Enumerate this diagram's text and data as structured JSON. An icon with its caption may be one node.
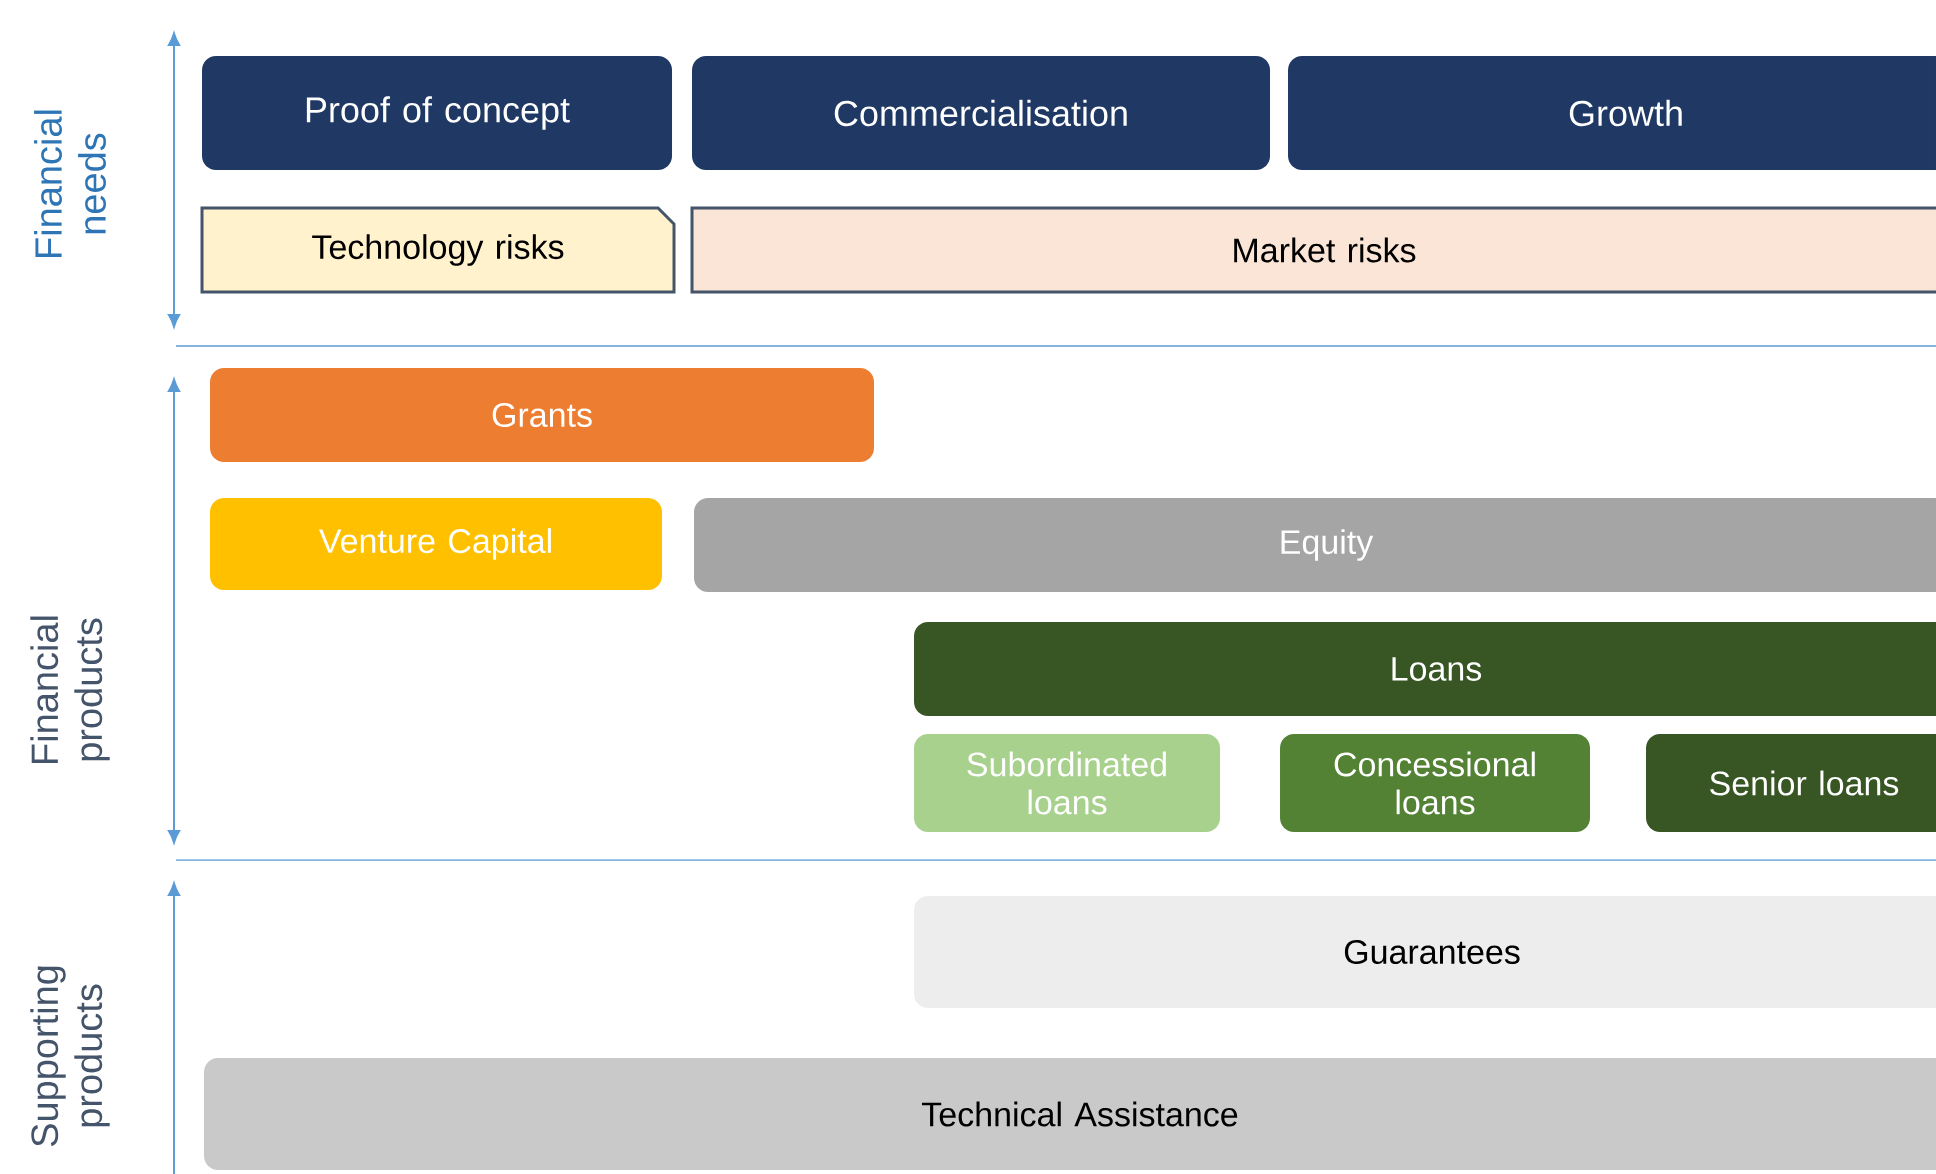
{
  "diagram": {
    "nodes": [
      {
        "text": [
          "Proof of concept"
        ]
      },
      {
        "text": [
          "Commercialisation"
        ]
      },
      {
        "text": [
          "Growth"
        ]
      },
      {
        "text": [
          "Technology risks"
        ]
      },
      {
        "text": [
          "Market risks"
        ]
      },
      {
        "text": [
          "Grants"
        ]
      },
      {
        "text": [
          "Venture Capital"
        ]
      },
      {
        "text": [
          "Equity"
        ]
      },
      {
        "text": [
          "Loans"
        ]
      },
      {
        "text": [
          "Subordinated loans"
        ]
      },
      {
        "text": [
          "Concessional loans"
        ]
      },
      {
        "text": [
          "Senior loans"
        ]
      },
      {
        "text": [
          "Guarantees"
        ]
      },
      {
        "text": [
          "Technical Assistance"
        ]
      }
    ],
    "labels": [
      "Financial needs",
      "Financial products",
      "Supporting products"
    ]
  }
}
